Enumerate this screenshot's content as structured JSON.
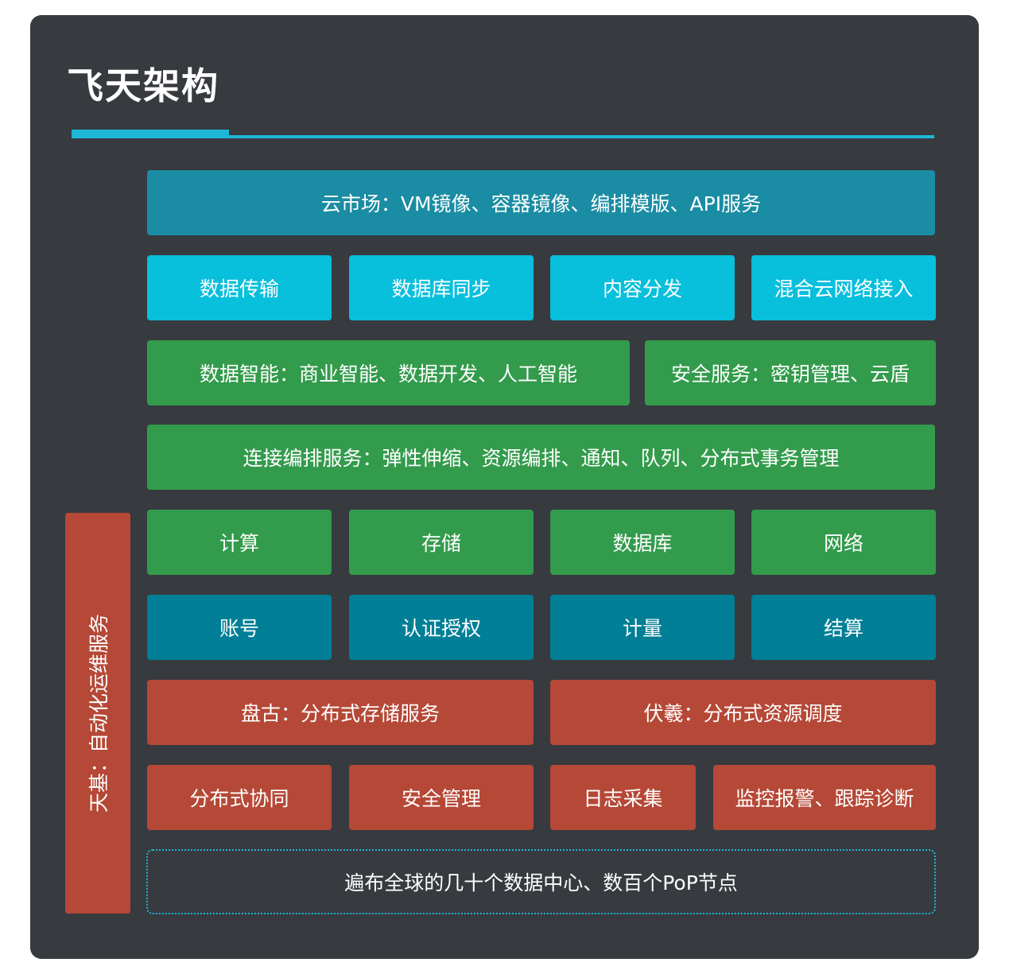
{
  "title": "飞天架构",
  "market": "云市场：VM镜像、容器镜像、编排模版、API服务",
  "services_row": [
    "数据传输",
    "数据库同步",
    "内容分发",
    "混合云网络接入"
  ],
  "data_intelligence": "数据智能：商业智能、数据开发、人工智能",
  "security_service": "安全服务：密钥管理、云盾",
  "orchestration": "连接编排服务：弹性伸缩、资源编排、通知、队列、分布式事务管理",
  "core_row": [
    "计算",
    "存储",
    "数据库",
    "网络"
  ],
  "account_row": [
    "账号",
    "认证授权",
    "计量",
    "结算"
  ],
  "pangu": "盘古：分布式存储服务",
  "fuxi": "伏羲：分布式资源调度",
  "base_row": [
    "分布式协同",
    "安全管理",
    "日志采集",
    "监控报警、跟踪诊断"
  ],
  "side_label": "天基：自动化运维服务",
  "datacenter": "遍布全球的几十个数据中心、数百个PoP节点",
  "colors": {
    "background": "#373a3f",
    "accent": "#1cb8d6",
    "teal": "#1a8ca3",
    "cyan": "#08bfdc",
    "green": "#339b4c",
    "dark_teal": "#007f96",
    "red": "#b54836"
  }
}
